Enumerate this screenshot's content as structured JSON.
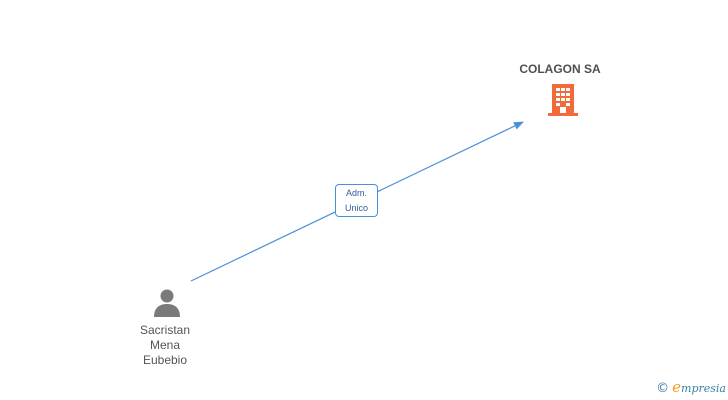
{
  "company": {
    "name": "COLAGON SA",
    "color": "#f26a3a",
    "icon": "building-icon"
  },
  "person": {
    "name_lines": [
      "Sacristan",
      "Mena",
      "Eubebio"
    ],
    "color": "#7a7a7a",
    "icon": "person-icon"
  },
  "relation": {
    "label_lines": [
      "Adm.",
      "Unico"
    ],
    "color": "#4a90d9"
  },
  "footer": {
    "copyright": "©",
    "brand_initial": "e",
    "brand_rest": "mpresia"
  }
}
